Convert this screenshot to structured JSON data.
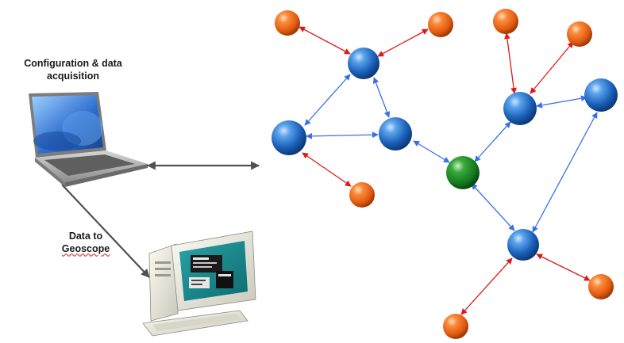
{
  "labels": {
    "config_line1": "Configuration & data",
    "config_line2": "acquisition",
    "geoscope_line1": "Data to",
    "geoscope_line2": "Geoscope"
  },
  "colors": {
    "sensor_node": "#f07020",
    "router_node": "#1f6fc8",
    "gateway_node": "#1a8a2a",
    "sensor_link": "#e01818",
    "router_link": "#3a6fe8",
    "wired_link": "#505050"
  },
  "icons": {
    "laptop": "laptop-icon",
    "desktop": "desktop-computer-icon"
  },
  "nodes": [
    {
      "id": "router-a",
      "kind": "router"
    },
    {
      "id": "router-b",
      "kind": "router"
    },
    {
      "id": "router-c",
      "kind": "router"
    },
    {
      "id": "router-d",
      "kind": "router"
    },
    {
      "id": "router-e",
      "kind": "router"
    },
    {
      "id": "router-f",
      "kind": "router"
    },
    {
      "id": "gateway",
      "kind": "gateway"
    },
    {
      "id": "sensor-1",
      "kind": "sensor"
    },
    {
      "id": "sensor-2",
      "kind": "sensor"
    },
    {
      "id": "sensor-3",
      "kind": "sensor"
    },
    {
      "id": "sensor-4",
      "kind": "sensor"
    },
    {
      "id": "sensor-5",
      "kind": "sensor"
    },
    {
      "id": "sensor-6",
      "kind": "sensor"
    },
    {
      "id": "sensor-7",
      "kind": "sensor"
    }
  ]
}
